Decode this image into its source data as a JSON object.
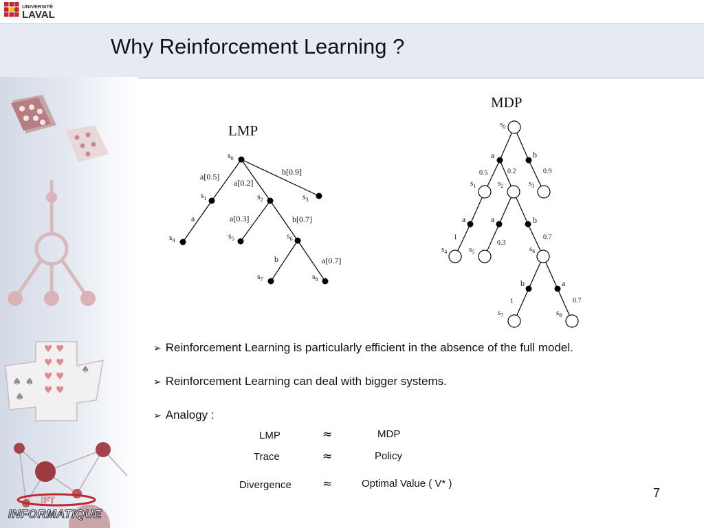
{
  "header": {
    "university_small": "UNIVERSITÉ",
    "university_large": "LAVAL",
    "title": "Why Reinforcement Learning ?"
  },
  "department_logo": {
    "text": "INFORMATIQUE",
    "small_text": "IFT"
  },
  "colors": {
    "title_bar": "#e6eaf2",
    "logo_red": "#c0282d",
    "node_black": "#000000",
    "side_panel": "#d3dae6"
  },
  "lmp": {
    "title": "LMP",
    "states": {
      "s0": "s",
      "s1": "s",
      "s2": "s",
      "s3": "s",
      "s4": "s",
      "s5": "s",
      "s6": "s",
      "s7": "s",
      "s8": "s"
    },
    "subscripts": {
      "s0": "0",
      "s1": "1",
      "s2": "2",
      "s3": "3",
      "s4": "4",
      "s5": "5",
      "s6": "6",
      "s7": "7",
      "s8": "8"
    },
    "edges": {
      "s0_s1": "a[0.5]",
      "s0_s2": "a[0.2]",
      "s0_s3": "b[0.9]",
      "s1_s4": "a",
      "s2_s5": "a[0.3]",
      "s2_s6": "b[0.7]",
      "s6_s7": "b",
      "s6_s8": "a[0.7]"
    }
  },
  "mdp": {
    "title": "MDP",
    "states": {
      "s0": "s",
      "s1": "s",
      "s2": "s",
      "s3": "s",
      "s4": "s",
      "s5": "s",
      "s6": "s",
      "s7": "s",
      "s8": "s"
    },
    "subscripts": {
      "s0": "0",
      "s1": "1",
      "s2": "2",
      "s3": "3",
      "s4": "4",
      "s5": "5",
      "s6": "6",
      "s7": "7",
      "s8": "8"
    },
    "actions": {
      "s0_a": "a",
      "s0_b": "b",
      "s1_a": "a",
      "s2_a": "a",
      "s2_b": "b",
      "s6_b": "b",
      "s6_a": "a"
    },
    "probabilities": {
      "p_s1": "0.5",
      "p_s2": "0.2",
      "p_s3": "0.9",
      "p_s4": "1",
      "p_s5": "0.3",
      "p_s6": "0.7",
      "p_s7": "1",
      "p_s8": "0.7"
    }
  },
  "bullets": [
    "Reinforcement Learning is particularly efficient in the absence of the full model.",
    "Reinforcement Learning can deal with bigger systems.",
    "Analogy :"
  ],
  "bullet_marker": "➢",
  "analogy": {
    "symbol": "≈",
    "rows": [
      {
        "left": "LMP",
        "right": "MDP"
      },
      {
        "left": "Trace",
        "right": "Policy"
      },
      {
        "left": "Divergence",
        "right": "Optimal Value ( V* )"
      }
    ]
  },
  "page_number": "7"
}
